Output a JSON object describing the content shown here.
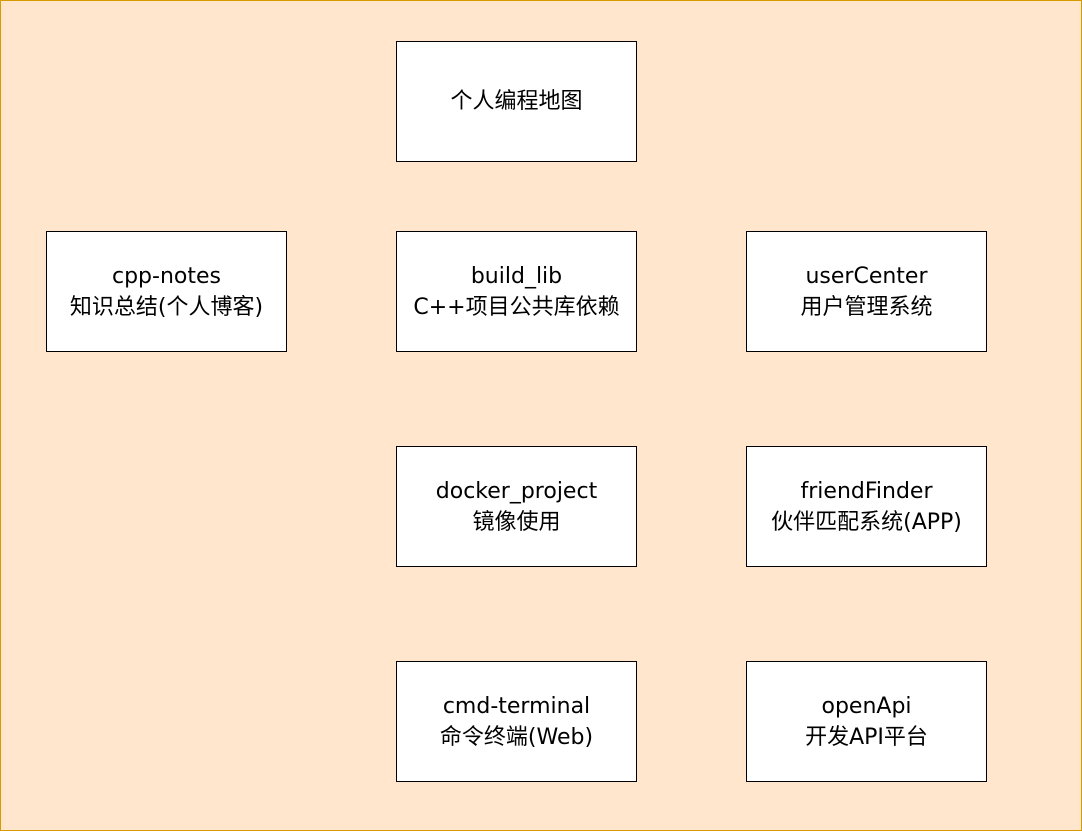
{
  "colors": {
    "canvas_fill": "#ffe6cc",
    "canvas_border": "#d79b00",
    "node_fill": "#ffffff",
    "node_border": "#000000"
  },
  "nodes": {
    "root": {
      "line1": "个人编程地图"
    },
    "cpp_notes": {
      "line1": "cpp-notes",
      "line2": "知识总结(个人博客)"
    },
    "build_lib": {
      "line1": "build_lib",
      "line2": "C++项目公共库依赖"
    },
    "user_center": {
      "line1": "userCenter",
      "line2": "用户管理系统"
    },
    "docker_project": {
      "line1": "docker_project",
      "line2": "镜像使用"
    },
    "friend_finder": {
      "line1": "friendFinder",
      "line2": "伙伴匹配系统(APP)"
    },
    "cmd_terminal": {
      "line1": "cmd-terminal",
      "line2": "命令终端(Web)"
    },
    "open_api": {
      "line1": "openApi",
      "line2": "开发API平台"
    }
  }
}
